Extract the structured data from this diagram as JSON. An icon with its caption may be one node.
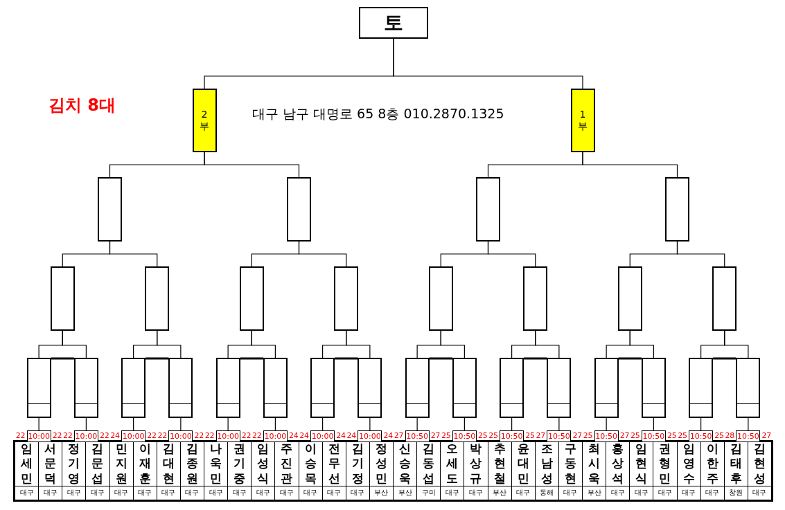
{
  "diagram": {
    "nodes": [
      {
        "text": [
          "토"
        ]
      },
      {
        "text": [
          "2부"
        ]
      },
      {
        "text": [
          "1부"
        ]
      },
      {
        "text": [],
        "shape": "box"
      },
      {
        "text": [],
        "shape": "box"
      },
      {
        "text": [],
        "shape": "box"
      },
      {
        "text": [],
        "shape": "box"
      },
      {
        "text": [],
        "shape": "box"
      },
      {
        "text": [],
        "shape": "box"
      },
      {
        "text": [],
        "shape": "box"
      },
      {
        "text": [],
        "shape": "box"
      },
      {
        "text": [],
        "shape": "box"
      },
      {
        "text": [],
        "shape": "box"
      },
      {
        "text": [],
        "shape": "box"
      },
      {
        "text": [],
        "shape": "box"
      },
      {
        "text": [],
        "shape": "box"
      },
      {
        "text": [],
        "shape": "box"
      },
      {
        "text": [],
        "shape": "box"
      },
      {
        "text": [],
        "shape": "box"
      },
      {
        "text": [],
        "shape": "box"
      },
      {
        "text": [],
        "shape": "box"
      },
      {
        "text": [],
        "shape": "box"
      },
      {
        "text": [],
        "shape": "box"
      },
      {
        "text": [],
        "shape": "box"
      },
      {
        "text": [],
        "shape": "box"
      },
      {
        "text": [],
        "shape": "box"
      },
      {
        "text": [],
        "shape": "box"
      },
      {
        "text": [],
        "shape": "box"
      },
      {
        "text": [],
        "shape": "box"
      },
      {
        "text": [],
        "shape": "box"
      },
      {
        "text": [],
        "shape": "box"
      },
      {
        "text": [
          "10:00"
        ],
        "beside": [
          "22",
          "22"
        ]
      },
      {
        "text": [
          "10:00"
        ],
        "beside": [
          "22",
          "22"
        ]
      },
      {
        "text": [
          "10:00"
        ],
        "beside": [
          "24",
          "22"
        ]
      },
      {
        "text": [
          "10:00"
        ],
        "beside": [
          "22",
          "22"
        ]
      },
      {
        "text": [
          "10:00"
        ],
        "beside": [
          "22",
          "22"
        ]
      },
      {
        "text": [
          "10:00"
        ],
        "beside": [
          "22",
          "24"
        ]
      },
      {
        "text": [
          "10:00"
        ],
        "beside": [
          "24",
          "24"
        ]
      },
      {
        "text": [
          "10:00"
        ],
        "beside": [
          "24",
          "24"
        ]
      },
      {
        "text": [
          "10:50"
        ],
        "beside": [
          "27",
          "27"
        ]
      },
      {
        "text": [
          "10:50"
        ],
        "beside": [
          "25",
          "25"
        ]
      },
      {
        "text": [
          "10:50"
        ],
        "beside": [
          "25",
          "25"
        ]
      },
      {
        "text": [
          "10:50"
        ],
        "beside": [
          "27",
          "27"
        ]
      },
      {
        "text": [
          "10:50"
        ],
        "beside": [
          "25",
          "27"
        ]
      },
      {
        "text": [
          "10:50"
        ],
        "beside": [
          "25",
          "25"
        ]
      },
      {
        "text": [
          "10:50"
        ],
        "beside": [
          "25",
          "25"
        ]
      },
      {
        "text": [
          "10:50"
        ],
        "beside": [
          "28",
          "27"
        ]
      },
      {
        "text": [
          "임세민",
          "대구"
        ]
      },
      {
        "text": [
          "서문덕",
          "대구"
        ]
      },
      {
        "text": [
          "정기영",
          "대구"
        ]
      },
      {
        "text": [
          "김문섭",
          "대구"
        ]
      },
      {
        "text": [
          "민지원",
          "대구"
        ]
      },
      {
        "text": [
          "이재훈",
          "대구"
        ]
      },
      {
        "text": [
          "김대현",
          "대구"
        ]
      },
      {
        "text": [
          "김종원",
          "대구"
        ]
      },
      {
        "text": [
          "나욱민",
          "대구"
        ]
      },
      {
        "text": [
          "권기중",
          "대구"
        ]
      },
      {
        "text": [
          "임성식",
          "대구"
        ]
      },
      {
        "text": [
          "주진관",
          "대구"
        ]
      },
      {
        "text": [
          "이승목",
          "대구"
        ]
      },
      {
        "text": [
          "전무선",
          "대구"
        ]
      },
      {
        "text": [
          "김기정",
          "대구"
        ]
      },
      {
        "text": [
          "정성민",
          "부산"
        ]
      },
      {
        "text": [
          "신승욱",
          "부산"
        ]
      },
      {
        "text": [
          "김동섭",
          "구미"
        ]
      },
      {
        "text": [
          "오세도",
          "대구"
        ]
      },
      {
        "text": [
          "박상규",
          "대구"
        ]
      },
      {
        "text": [
          "추현철",
          "부산"
        ]
      },
      {
        "text": [
          "윤대민",
          "대구"
        ]
      },
      {
        "text": [
          "조남성",
          "동해"
        ]
      },
      {
        "text": [
          "구동현",
          "대구"
        ]
      },
      {
        "text": [
          "최시욱",
          "부산"
        ]
      },
      {
        "text": [
          "홍상석",
          "대구"
        ]
      },
      {
        "text": [
          "임현식",
          "대구"
        ]
      },
      {
        "text": [
          "권형민",
          "대구"
        ]
      },
      {
        "text": [
          "임영수",
          "대구"
        ]
      },
      {
        "text": [
          "이한주",
          "대구"
        ]
      },
      {
        "text": [
          "김태후",
          "창원"
        ]
      },
      {
        "text": [
          "김현성",
          "대구"
        ]
      }
    ],
    "edges": [
      {
        "from": 0,
        "to": 1,
        "arrow": "none"
      },
      {
        "from": 0,
        "to": 2,
        "arrow": "none"
      },
      {
        "from": 1,
        "to": 3,
        "arrow": "none"
      },
      {
        "from": 1,
        "to": 4,
        "arrow": "none"
      },
      {
        "from": 2,
        "to": 5,
        "arrow": "none"
      },
      {
        "from": 2,
        "to": 6,
        "arrow": "none"
      },
      {
        "from": 3,
        "to": 7,
        "arrow": "none"
      },
      {
        "from": 3,
        "to": 8,
        "arrow": "none"
      },
      {
        "from": 4,
        "to": 9,
        "arrow": "none"
      },
      {
        "from": 4,
        "to": 10,
        "arrow": "none"
      },
      {
        "from": 5,
        "to": 11,
        "arrow": "none"
      },
      {
        "from": 5,
        "to": 12,
        "arrow": "none"
      },
      {
        "from": 6,
        "to": 13,
        "arrow": "none"
      },
      {
        "from": 6,
        "to": 14,
        "arrow": "none"
      },
      {
        "from": 7,
        "to": 15,
        "arrow": "none"
      },
      {
        "from": 7,
        "to": 16,
        "arrow": "none"
      },
      {
        "from": 8,
        "to": 17,
        "arrow": "none"
      },
      {
        "from": 8,
        "to": 18,
        "arrow": "none"
      },
      {
        "from": 9,
        "to": 19,
        "arrow": "none"
      },
      {
        "from": 9,
        "to": 20,
        "arrow": "none"
      },
      {
        "from": 10,
        "to": 21,
        "arrow": "none"
      },
      {
        "from": 10,
        "to": 22,
        "arrow": "none"
      },
      {
        "from": 11,
        "to": 23,
        "arrow": "none"
      },
      {
        "from": 11,
        "to": 24,
        "arrow": "none"
      },
      {
        "from": 12,
        "to": 25,
        "arrow": "none"
      },
      {
        "from": 12,
        "to": 26,
        "arrow": "none"
      },
      {
        "from": 13,
        "to": 27,
        "arrow": "none"
      },
      {
        "from": 13,
        "to": 28,
        "arrow": "none"
      },
      {
        "from": 14,
        "to": 29,
        "arrow": "none"
      },
      {
        "from": 14,
        "to": 30,
        "arrow": "none"
      },
      {
        "from": 15,
        "to": 16,
        "arrow": "none",
        "style": "thick"
      },
      {
        "from": 17,
        "to": 18,
        "arrow": "none",
        "style": "thick"
      },
      {
        "from": 19,
        "to": 20,
        "arrow": "none",
        "style": "thick"
      },
      {
        "from": 21,
        "to": 22,
        "arrow": "none",
        "style": "thick"
      },
      {
        "from": 23,
        "to": 24,
        "arrow": "none",
        "style": "thick"
      },
      {
        "from": 25,
        "to": 26,
        "arrow": "none",
        "style": "thick"
      },
      {
        "from": 27,
        "to": 28,
        "arrow": "none",
        "style": "thick"
      },
      {
        "from": 29,
        "to": 30,
        "arrow": "none",
        "style": "thick"
      },
      {
        "from": 15,
        "to": 31,
        "arrow": "none"
      },
      {
        "from": 16,
        "to": 32,
        "arrow": "none"
      },
      {
        "from": 17,
        "to": 33,
        "arrow": "none"
      },
      {
        "from": 18,
        "to": 34,
        "arrow": "none"
      },
      {
        "from": 19,
        "to": 35,
        "arrow": "none"
      },
      {
        "from": 20,
        "to": 36,
        "arrow": "none"
      },
      {
        "from": 21,
        "to": 37,
        "arrow": "none"
      },
      {
        "from": 22,
        "to": 38,
        "arrow": "none"
      },
      {
        "from": 23,
        "to": 39,
        "arrow": "none"
      },
      {
        "from": 24,
        "to": 40,
        "arrow": "none"
      },
      {
        "from": 25,
        "to": 41,
        "arrow": "none"
      },
      {
        "from": 26,
        "to": 42,
        "arrow": "none"
      },
      {
        "from": 27,
        "to": 43,
        "arrow": "none"
      },
      {
        "from": 28,
        "to": 44,
        "arrow": "none"
      },
      {
        "from": 29,
        "to": 45,
        "arrow": "none"
      },
      {
        "from": 30,
        "to": 46,
        "arrow": "none"
      }
    ],
    "labels": [
      "김치 8대",
      "대구 남구 대명로 65 8층  010.2870.1325"
    ]
  }
}
